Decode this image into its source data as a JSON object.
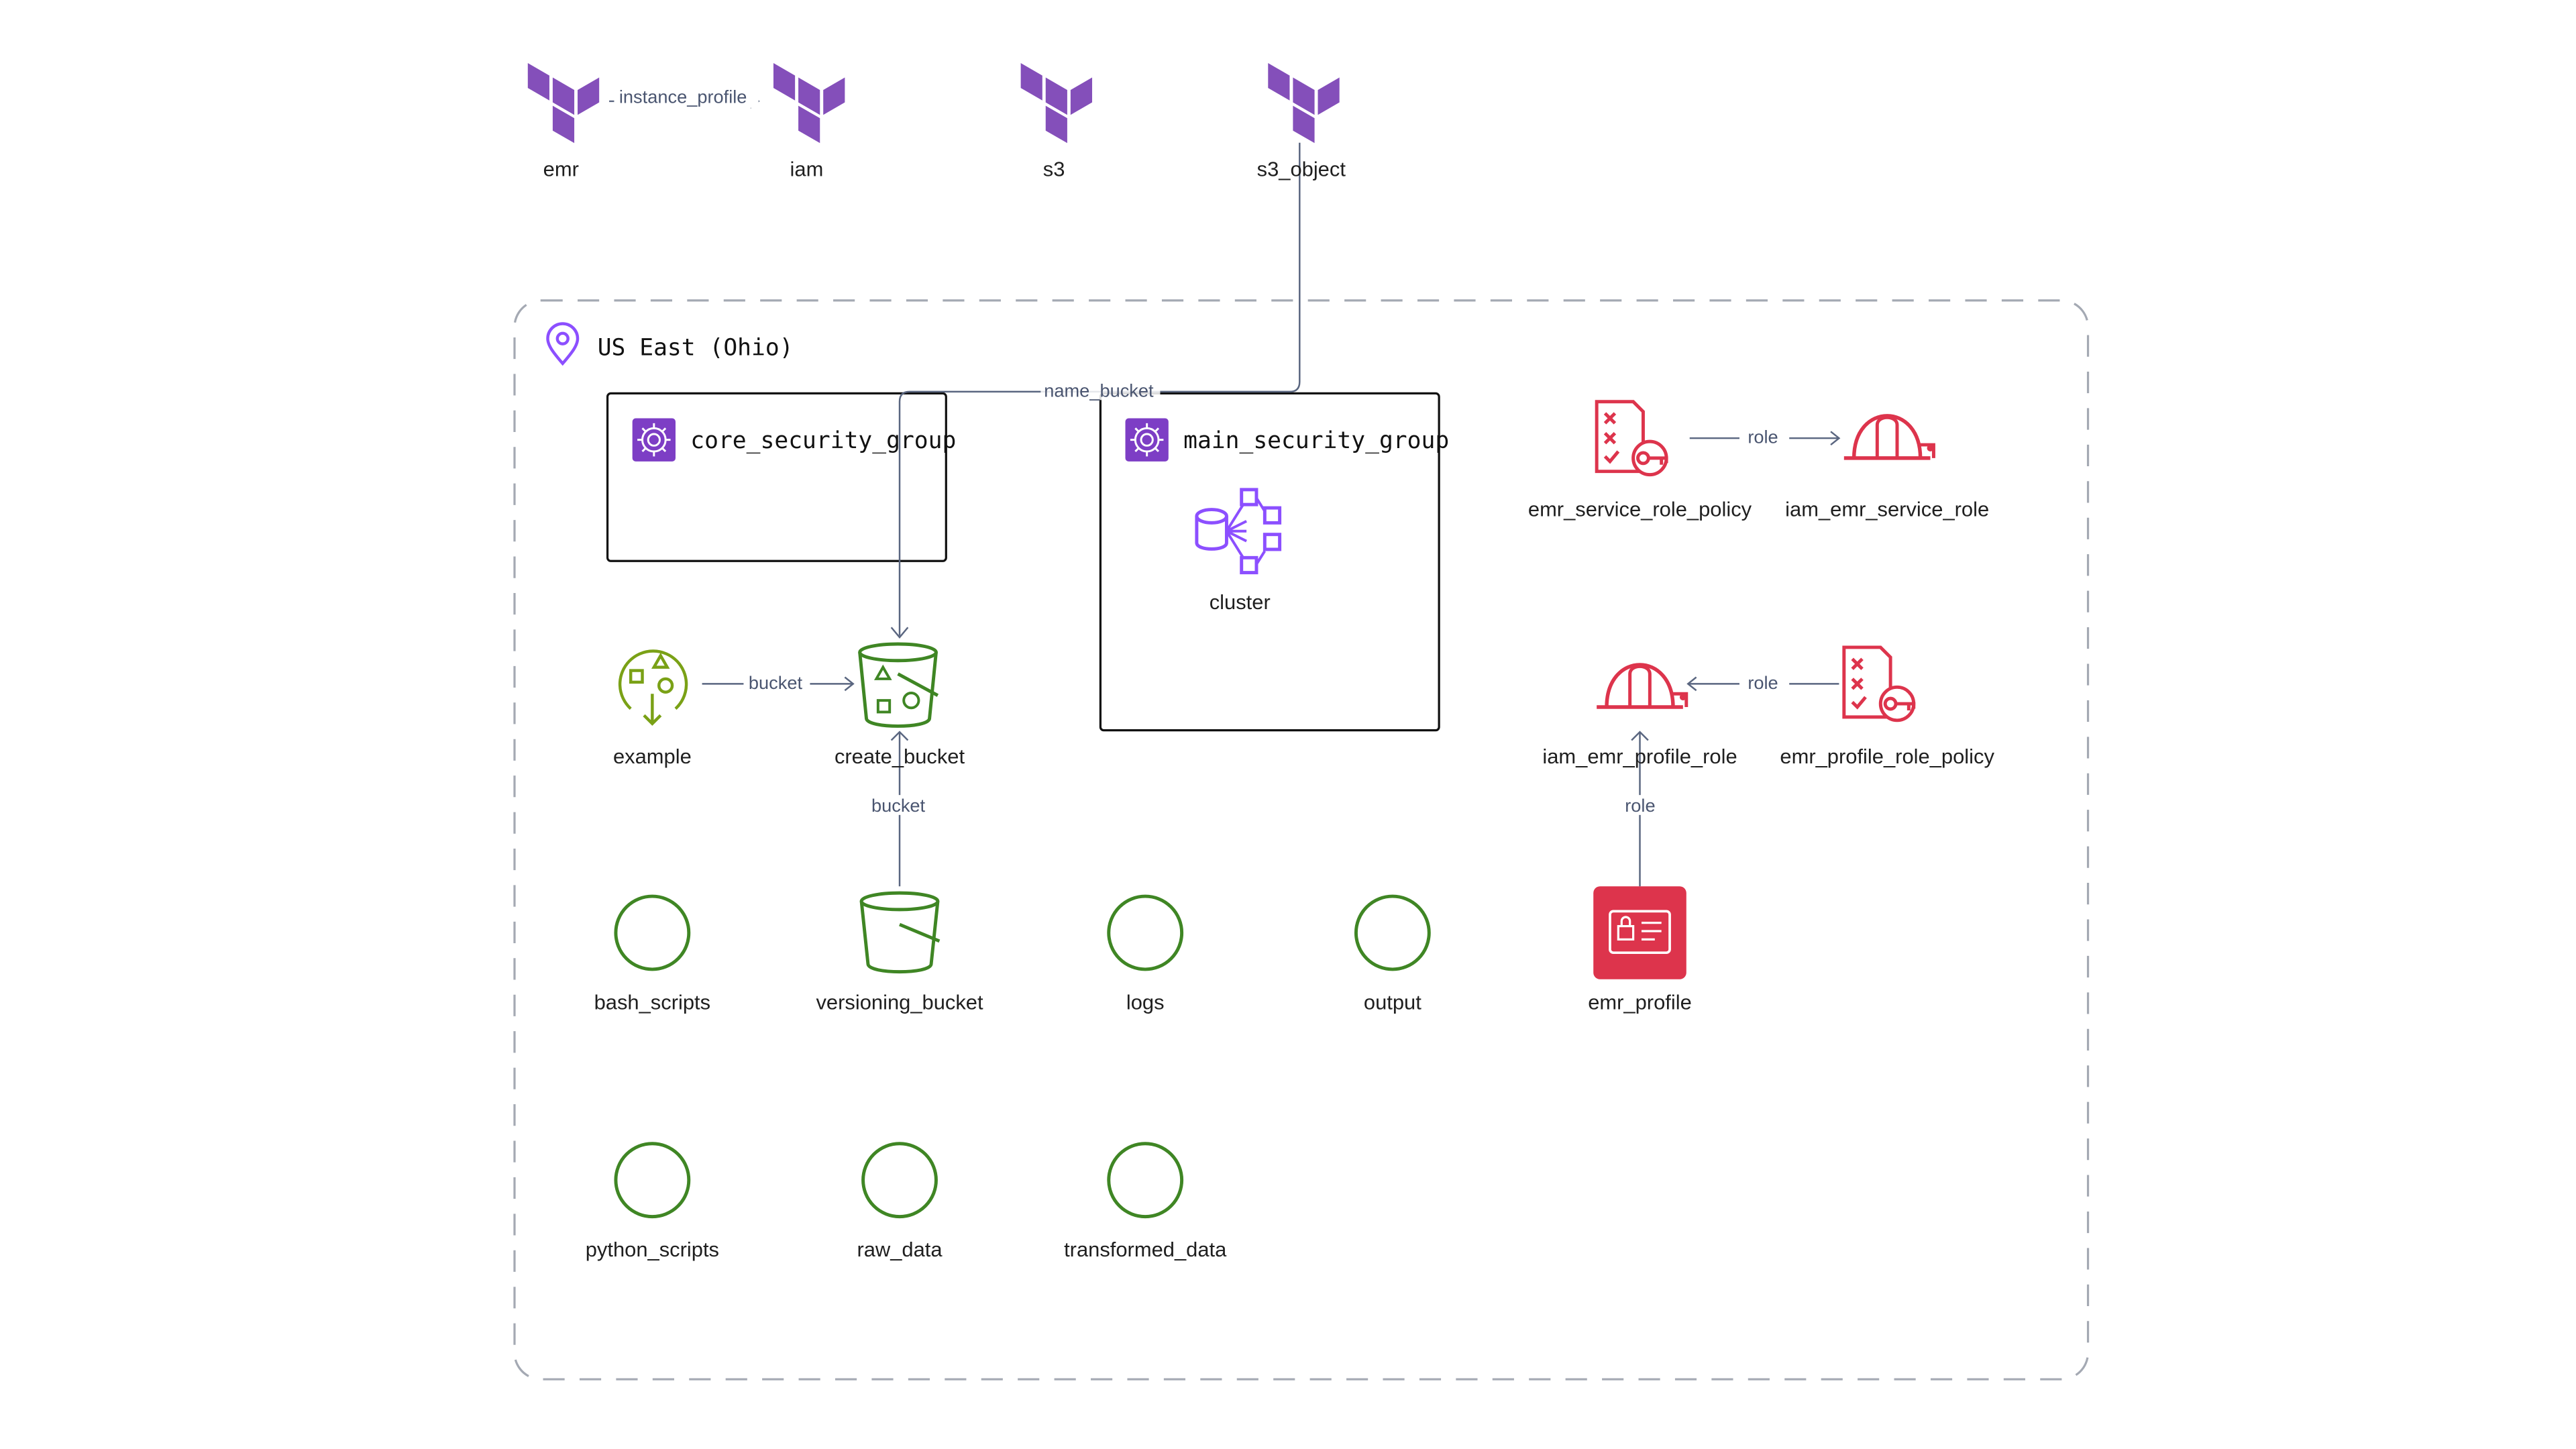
{
  "colors": {
    "terraform": "#844fba",
    "s3_green": "#3f8624",
    "lambda_lime": "#7aa116",
    "iam_red": "#dd344c",
    "sg_purple": "#7d3ec5",
    "emr_purple": "#8c4fff",
    "edge": "#5a6680",
    "region_border": "#a4a9b3"
  },
  "providers": [
    {
      "id": "emr",
      "label": "emr",
      "icon": "terraform-icon"
    },
    {
      "id": "iam",
      "label": "iam",
      "icon": "terraform-icon"
    },
    {
      "id": "s3",
      "label": "s3",
      "icon": "terraform-icon"
    },
    {
      "id": "s3_object",
      "label": "s3_object",
      "icon": "terraform-icon"
    }
  ],
  "region": {
    "label": "US East (Ohio)",
    "icon": "location-pin-icon"
  },
  "groups": [
    {
      "id": "core_security_group",
      "label": "core_security_group",
      "icon": "security-group-icon"
    },
    {
      "id": "main_security_group",
      "label": "main_security_group",
      "icon": "security-group-icon"
    }
  ],
  "nodes": {
    "cluster": {
      "label": "cluster",
      "icon": "emr-cluster-icon"
    },
    "emr_service_role_policy": {
      "label": "emr_service_role_policy",
      "icon": "iam-policy-icon"
    },
    "iam_emr_service_role": {
      "label": "iam_emr_service_role",
      "icon": "iam-role-icon"
    },
    "example": {
      "label": "example",
      "icon": "lambda-resource-icon"
    },
    "create_bucket": {
      "label": "create_bucket",
      "icon": "s3-bucket-objects-icon"
    },
    "iam_emr_profile_role": {
      "label": "iam_emr_profile_role",
      "icon": "iam-role-icon"
    },
    "emr_profile_role_policy": {
      "label": "emr_profile_role_policy",
      "icon": "iam-policy-icon"
    },
    "bash_scripts": {
      "label": "bash_scripts",
      "icon": "s3-object-circle-icon"
    },
    "versioning_bucket": {
      "label": "versioning_bucket",
      "icon": "s3-bucket-icon"
    },
    "logs": {
      "label": "logs",
      "icon": "s3-object-circle-icon"
    },
    "output": {
      "label": "output",
      "icon": "s3-object-circle-icon"
    },
    "emr_profile": {
      "label": "emr_profile",
      "icon": "iam-instance-profile-icon"
    },
    "python_scripts": {
      "label": "python_scripts",
      "icon": "s3-object-circle-icon"
    },
    "raw_data": {
      "label": "raw_data",
      "icon": "s3-object-circle-icon"
    },
    "transformed_data": {
      "label": "transformed_data",
      "icon": "s3-object-circle-icon"
    }
  },
  "edges": [
    {
      "from": "emr",
      "to": "iam",
      "label": "instance_profile"
    },
    {
      "from": "s3_object",
      "to": "create_bucket",
      "label": "name_bucket"
    },
    {
      "from": "emr_service_role_policy",
      "to": "iam_emr_service_role",
      "label": "role"
    },
    {
      "from": "example",
      "to": "create_bucket",
      "label": "bucket"
    },
    {
      "from": "emr_profile_role_policy",
      "to": "iam_emr_profile_role",
      "label": "role"
    },
    {
      "from": "versioning_bucket",
      "to": "create_bucket",
      "label": "bucket"
    },
    {
      "from": "emr_profile",
      "to": "iam_emr_profile_role",
      "label": "role"
    }
  ]
}
